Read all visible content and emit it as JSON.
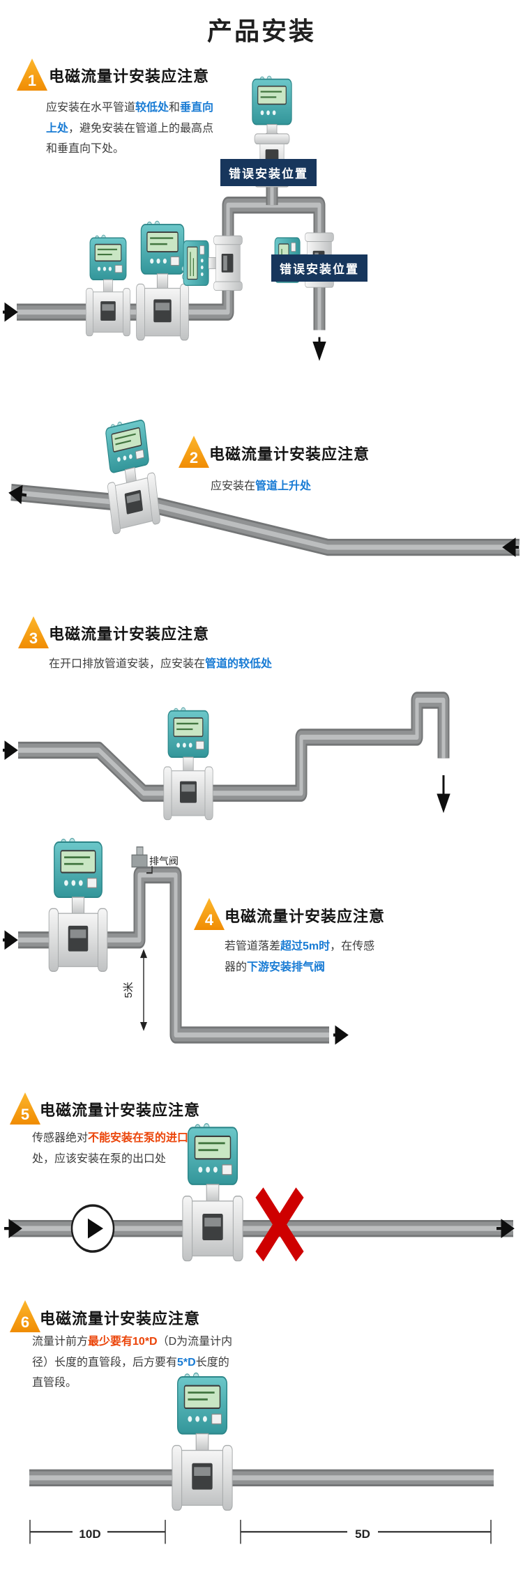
{
  "page": {
    "title": "产品安装"
  },
  "colors": {
    "highlight_blue": "#187bd4",
    "highlight_red": "#eb4409",
    "label_navy": "#17365c",
    "badge_orange": "#f08c03",
    "wrong_x_red": "#ce0000",
    "pipe_gray": "#909293",
    "converter_teal": "#4fb3b6"
  },
  "icons": {
    "flow_arrow": "→",
    "pump": "▶",
    "wrong_x": "✕",
    "flowmeter": "electromagnetic-flowmeter"
  },
  "sections": {
    "s1": {
      "num": "1",
      "heading": "电磁流量计安装应注意",
      "body": [
        {
          "t": "应安装在水平管道"
        },
        {
          "t": "较低处",
          "c": "blue"
        },
        {
          "t": "和"
        },
        {
          "t": "垂直向上处",
          "c": "blue"
        },
        {
          "t": "，避免安装在管道上的最高点和垂直向下处。"
        }
      ],
      "labels": {
        "wrong1": "错误安装位置",
        "wrong2": "错误安装位置"
      }
    },
    "s2": {
      "num": "2",
      "heading": "电磁流量计安装应注意",
      "body": [
        {
          "t": "应安装在"
        },
        {
          "t": "管道上升处",
          "c": "blue"
        }
      ]
    },
    "s3": {
      "num": "3",
      "heading": "电磁流量计安装应注意",
      "body": [
        {
          "t": "在开口排放管道安装，应安装在"
        },
        {
          "t": "管道的较低处",
          "c": "blue"
        }
      ]
    },
    "s4": {
      "num": "4",
      "heading": "电磁流量计安装应注意",
      "body": [
        {
          "t": "若管道落差"
        },
        {
          "t": "超过5m时",
          "c": "blue"
        },
        {
          "t": "，在传感器的"
        },
        {
          "t": "下游安装排气阀",
          "c": "blue"
        }
      ],
      "valve_label": "排气阀",
      "dim_label": "5米"
    },
    "s5": {
      "num": "5",
      "heading": "电磁流量计安装应注意",
      "body": [
        {
          "t": "传感器绝对"
        },
        {
          "t": "不能安装在泵的进口",
          "c": "red"
        },
        {
          "t": "处，应该安装在泵的出口处"
        }
      ]
    },
    "s6": {
      "num": "6",
      "heading": "电磁流量计安装应注意",
      "body": [
        {
          "t": "流量计前方"
        },
        {
          "t": "最少要有10*D",
          "c": "red"
        },
        {
          "t": "（D为流量计内径）长度的直管段，后方要有"
        },
        {
          "t": "5*D",
          "c": "blue"
        },
        {
          "t": "长度的直管段。"
        }
      ],
      "dims": {
        "front": "10D",
        "back": "5D"
      }
    }
  }
}
